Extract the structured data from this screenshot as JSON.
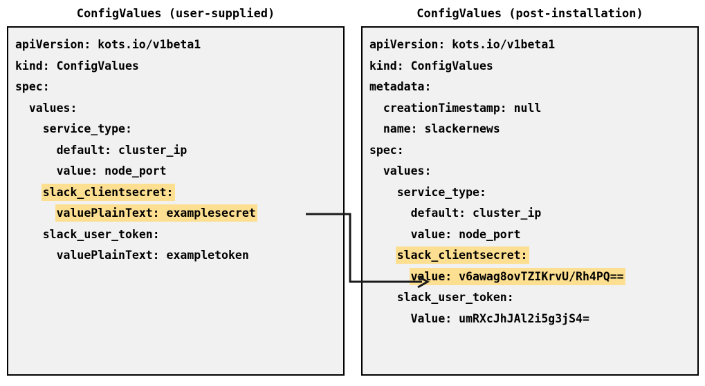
{
  "panels": {
    "left": {
      "title": "ConfigValues (user-supplied)",
      "lines": [
        {
          "text": "apiVersion: kots.io/v1beta1",
          "highlight": false
        },
        {
          "text": "kind: ConfigValues",
          "highlight": false
        },
        {
          "text": "spec:",
          "highlight": false
        },
        {
          "text": "  values:",
          "highlight": false
        },
        {
          "text": "    service_type:",
          "highlight": false
        },
        {
          "text": "      default: cluster_ip",
          "highlight": false
        },
        {
          "text": "      value: node_port",
          "highlight": false
        },
        {
          "text": "    slack_clientsecret:",
          "highlight": true
        },
        {
          "text": "      valuePlainText: examplesecret",
          "highlight": true
        },
        {
          "text": "    slack_user_token:",
          "highlight": false
        },
        {
          "text": "      valuePlainText: exampletoken",
          "highlight": false
        }
      ]
    },
    "right": {
      "title": "ConfigValues (post-installation)",
      "lines": [
        {
          "text": "apiVersion: kots.io/v1beta1",
          "highlight": false
        },
        {
          "text": "kind: ConfigValues",
          "highlight": false
        },
        {
          "text": "metadata:",
          "highlight": false
        },
        {
          "text": "  creationTimestamp: null",
          "highlight": false
        },
        {
          "text": "  name: slackernews",
          "highlight": false
        },
        {
          "text": "spec:",
          "highlight": false
        },
        {
          "text": "  values:",
          "highlight": false
        },
        {
          "text": "    service_type:",
          "highlight": false
        },
        {
          "text": "      default: cluster_ip",
          "highlight": false
        },
        {
          "text": "      value: node_port",
          "highlight": false
        },
        {
          "text": "    slack_clientsecret:",
          "highlight": true
        },
        {
          "text": "      value: v6awag8ovTZIKrvU/Rh4PQ==",
          "highlight": true
        },
        {
          "text": "    slack_user_token:",
          "highlight": false
        },
        {
          "text": "      Value: umRXcJhJAl2i5g3jS4=",
          "highlight": false
        }
      ]
    }
  },
  "connector": {
    "label": "encrypted-value-link",
    "color": "#1a1a1a"
  },
  "colors": {
    "highlight": "#fcdf91",
    "panel_background": "#f1f1f1",
    "panel_border": "#000000",
    "text": "#000000"
  }
}
